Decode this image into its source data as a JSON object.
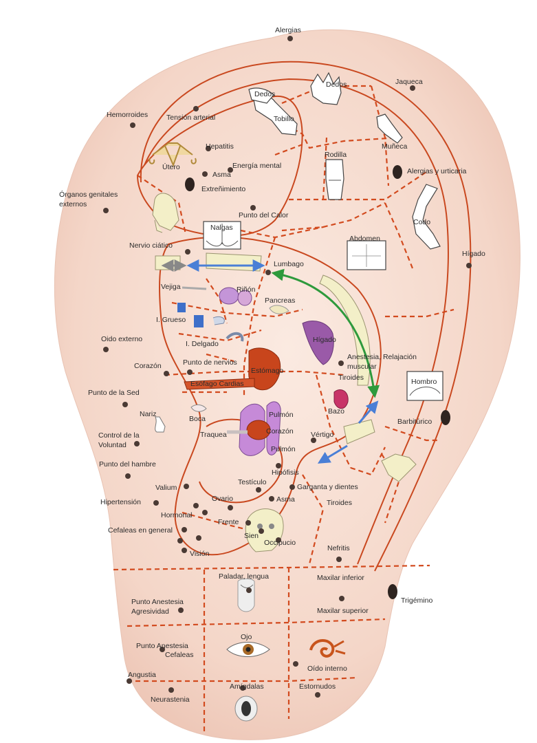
{
  "labels": [
    {
      "id": "alergias",
      "text": "Alergias"
    },
    {
      "id": "jaqueca",
      "text": "Jaqueca"
    },
    {
      "id": "hemorroides",
      "text": "Hemorroides"
    },
    {
      "id": "tension",
      "text": "Tensión arterial"
    },
    {
      "id": "dedos1",
      "text": "Dedos"
    },
    {
      "id": "dedos2",
      "text": "Dedos"
    },
    {
      "id": "tobillo",
      "text": "Tobillo"
    },
    {
      "id": "hepatitis",
      "text": "Hepatitis"
    },
    {
      "id": "utero",
      "text": "Útero"
    },
    {
      "id": "asma1",
      "text": "Asma"
    },
    {
      "id": "energia",
      "text": "Energía mental"
    },
    {
      "id": "rodilla",
      "text": "Rodilla"
    },
    {
      "id": "muneca",
      "text": "Muñeca"
    },
    {
      "id": "alergias_urt",
      "text": "Alergias y urticaria"
    },
    {
      "id": "estrenimiento",
      "text": "Extreñimiento"
    },
    {
      "id": "organos1",
      "text": "Órganos genitales"
    },
    {
      "id": "organos2",
      "text": "externos"
    },
    {
      "id": "calor",
      "text": "Punto del Calor"
    },
    {
      "id": "codo",
      "text": "Codo"
    },
    {
      "id": "nalgas",
      "text": "Nalgas"
    },
    {
      "id": "ciatico",
      "text": "Nervio ciático"
    },
    {
      "id": "abdomen",
      "text": "Abdomen"
    },
    {
      "id": "higado1",
      "text": "Hígado"
    },
    {
      "id": "lumbago",
      "text": "Lumbago"
    },
    {
      "id": "vejiga",
      "text": "Vejiga"
    },
    {
      "id": "rinon",
      "text": "Riñón"
    },
    {
      "id": "pancreas",
      "text": "Pancreas"
    },
    {
      "id": "grueso",
      "text": "I. Grueso"
    },
    {
      "id": "oido_ext",
      "text": "Oido externo"
    },
    {
      "id": "higado2",
      "text": "Hígado"
    },
    {
      "id": "delgado",
      "text": "I. Delgado"
    },
    {
      "id": "anestesia1",
      "text": "Anestesia, Relajación"
    },
    {
      "id": "anestesia2",
      "text": "muscular"
    },
    {
      "id": "corazon1",
      "text": "Corazón"
    },
    {
      "id": "nervios",
      "text": "Punto de nervios"
    },
    {
      "id": "estomago",
      "text": "Estómago"
    },
    {
      "id": "tiroides1",
      "text": "Tiroides"
    },
    {
      "id": "hombro",
      "text": "Hombro"
    },
    {
      "id": "esofago",
      "text": "Esófago  Cardias"
    },
    {
      "id": "sed",
      "text": "Punto de la Sed"
    },
    {
      "id": "bazo",
      "text": "Bazo"
    },
    {
      "id": "nariz",
      "text": "Nariz"
    },
    {
      "id": "boca",
      "text": "Boca"
    },
    {
      "id": "pulmon1",
      "text": "Pulmón"
    },
    {
      "id": "barbiturico",
      "text": "Barbitúrico"
    },
    {
      "id": "control1",
      "text": "Control de la"
    },
    {
      "id": "control2",
      "text": "Voluntad"
    },
    {
      "id": "traquea",
      "text": "Traquea"
    },
    {
      "id": "corazon2",
      "text": "Corazón"
    },
    {
      "id": "vertigo",
      "text": "Vértigo"
    },
    {
      "id": "pulmon2",
      "text": "Pulmón"
    },
    {
      "id": "hambre",
      "text": "Punto del hambre"
    },
    {
      "id": "hipofisis",
      "text": "Hipófisis"
    },
    {
      "id": "valium",
      "text": "Valium"
    },
    {
      "id": "testiculo",
      "text": "Testículo"
    },
    {
      "id": "garganta",
      "text": "Garganta y dientes"
    },
    {
      "id": "hipertension",
      "text": "Hipertensión"
    },
    {
      "id": "ovario",
      "text": "Ovario"
    },
    {
      "id": "asma2",
      "text": "Asma"
    },
    {
      "id": "tiroides2",
      "text": "Tiroides"
    },
    {
      "id": "hormonal",
      "text": "Hormonal"
    },
    {
      "id": "frente",
      "text": "Frente"
    },
    {
      "id": "cefaleas_gen",
      "text": "Cefaleas en general"
    },
    {
      "id": "sien",
      "text": "Sien"
    },
    {
      "id": "occipucio",
      "text": "Occipucio"
    },
    {
      "id": "vision",
      "text": "Visión"
    },
    {
      "id": "nefritis",
      "text": "Nefritis"
    },
    {
      "id": "paladar",
      "text": "Paladar, lengua"
    },
    {
      "id": "maxilar_inf",
      "text": "Maxilar inferior"
    },
    {
      "id": "anest_agr1",
      "text": "Punto Anestesia"
    },
    {
      "id": "anest_agr2",
      "text": "Agresividad"
    },
    {
      "id": "trigemino",
      "text": "Trigémino"
    },
    {
      "id": "maxilar_sup",
      "text": "Maxilar superior"
    },
    {
      "id": "anest_cef1",
      "text": "Punto Anestesia"
    },
    {
      "id": "anest_cef2",
      "text": "Cefaleas"
    },
    {
      "id": "ojo",
      "text": "Ojo"
    },
    {
      "id": "angustia",
      "text": "Angustia"
    },
    {
      "id": "oido_int",
      "text": "Oído interno"
    },
    {
      "id": "amigdalas",
      "text": "Amígdalas"
    },
    {
      "id": "estornudos",
      "text": "Estornudos"
    },
    {
      "id": "neurastenia",
      "text": "Neurastenia"
    }
  ],
  "colors": {
    "skin": "#f6ddd2",
    "skin_dark": "#eec6b6",
    "zone_line": "#d24a1e",
    "dot": "#4a3a34",
    "arrow_blue": "#4a7fd6",
    "arrow_green": "#2e9a3c",
    "grey_arrow": "#888888",
    "organ_red": "#c8451c",
    "organ_purple": "#b06ac0",
    "organ_pink": "#d8a0d8"
  },
  "icons": [
    "hand-icon",
    "foot-icon",
    "knee-icon",
    "wrist-icon",
    "elbow-arm-icon",
    "buttocks-icon",
    "abdomen-icon",
    "shoulder-icon",
    "pelvis-icon",
    "spine-icon",
    "uterus-icon",
    "kidney-icon",
    "stomach-icon",
    "lung-icon",
    "liver-icon",
    "skull-icon",
    "eye-icon",
    "tongue-icon",
    "tonsils-icon",
    "inner-ear-icon",
    "nose-icon",
    "lips-icon",
    "throat-icon"
  ]
}
